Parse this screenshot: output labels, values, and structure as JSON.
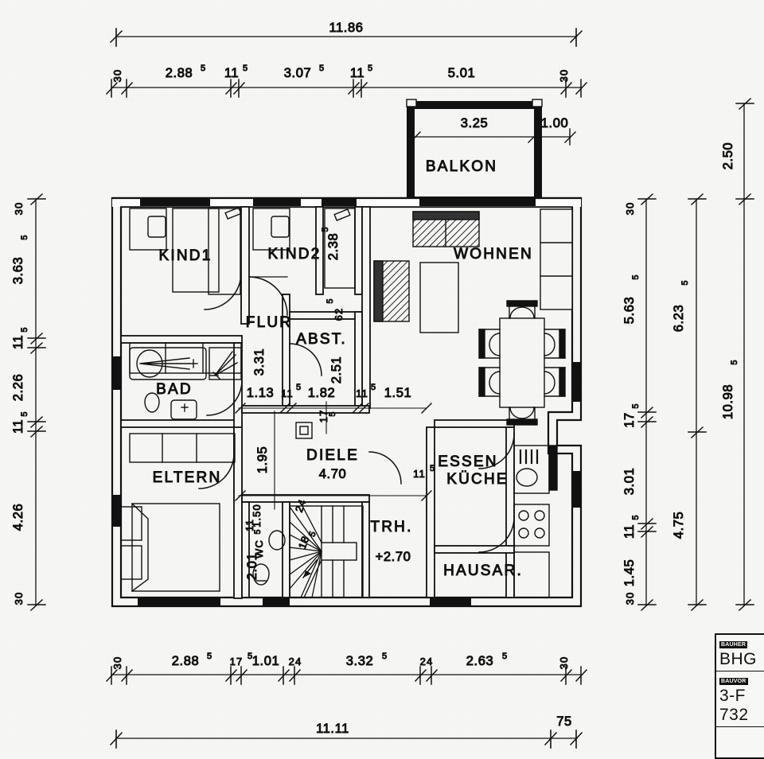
{
  "drawing": {
    "type": "architectural-floor-plan",
    "language": "de",
    "description": "Grundriss Obergeschoss / Wohnung mit Balkon",
    "background_color": "#f7f7f5",
    "line_color": "#111111"
  },
  "rooms": [
    {
      "key": "kind1",
      "label": "KIND1"
    },
    {
      "key": "kind2",
      "label": "KIND2"
    },
    {
      "key": "flur",
      "label": "FLUR"
    },
    {
      "key": "abst",
      "label": "ABST."
    },
    {
      "key": "bad",
      "label": "BAD"
    },
    {
      "key": "eltern",
      "label": "ELTERN"
    },
    {
      "key": "wc",
      "label": "WC"
    },
    {
      "key": "diele",
      "label": "DIELE"
    },
    {
      "key": "trh",
      "label": "TRH."
    },
    {
      "key": "kueche",
      "label": "KÜCHE"
    },
    {
      "key": "hausar",
      "label": "HAUSAR."
    },
    {
      "key": "wohnen",
      "label": "WOHNEN"
    },
    {
      "key": "essen",
      "label": "ESSEN"
    },
    {
      "key": "balkon",
      "label": "BALKON"
    }
  ],
  "room_values": {
    "diele_area": "4.70",
    "trh_level": "+2.70"
  },
  "balcony": {
    "width": "3.25",
    "depth": "1.00"
  },
  "dimensions": {
    "top_overall": "11.86",
    "top_chain": [
      {
        "value": "30",
        "sup": ""
      },
      {
        "value": "2.88",
        "sup": "5"
      },
      {
        "value": "11",
        "sup": "5"
      },
      {
        "value": "3.07",
        "sup": "5"
      },
      {
        "value": "11",
        "sup": "5"
      },
      {
        "value": "5.01",
        "sup": ""
      },
      {
        "value": "30",
        "sup": ""
      }
    ],
    "bottom_overall": "11.11",
    "bottom_extra": "75",
    "bottom_chain": [
      {
        "value": "30",
        "sup": ""
      },
      {
        "value": "2.88",
        "sup": "5"
      },
      {
        "value": "17",
        "sup": "5"
      },
      {
        "value": "1.01",
        "sup": ""
      },
      {
        "value": "24",
        "sup": ""
      },
      {
        "value": "3.32",
        "sup": "5"
      },
      {
        "value": "24",
        "sup": ""
      },
      {
        "value": "2.63",
        "sup": "5"
      },
      {
        "value": "30",
        "sup": ""
      }
    ],
    "left_chain": [
      {
        "value": "30",
        "sup": ""
      },
      {
        "value": "3.63",
        "sup": "5"
      },
      {
        "value": "11",
        "sup": "5"
      },
      {
        "value": "2.26",
        "sup": ""
      },
      {
        "value": "11",
        "sup": "5"
      },
      {
        "value": "4.26",
        "sup": ""
      },
      {
        "value": "30",
        "sup": ""
      }
    ],
    "right_chain": [
      {
        "value": "30",
        "sup": ""
      },
      {
        "value": "5.63",
        "sup": "5"
      },
      {
        "value": "17",
        "sup": "5"
      },
      {
        "value": "3.01",
        "sup": ""
      },
      {
        "value": "11",
        "sup": "5"
      },
      {
        "value": "1.45",
        "sup": ""
      },
      {
        "value": "30",
        "sup": ""
      }
    ],
    "right_outer_mid": [
      {
        "value": "6.23",
        "sup": "5"
      },
      {
        "value": "4.75",
        "sup": ""
      }
    ],
    "right_outer_far": [
      {
        "value": "2.50",
        "sup": ""
      },
      {
        "value": "10.98",
        "sup": "5"
      }
    ],
    "interior": {
      "kind2_closet_depth": "2.38",
      "kind2_closet_depth_sup": "5",
      "abst_side": "62",
      "abst_side_sup": "5",
      "flur_length": "3.31",
      "abst_depth": "2.51",
      "inner_chain": [
        {
          "value": "1.13",
          "sup": ""
        },
        {
          "value": "11",
          "sup": "5"
        },
        {
          "value": "1.82",
          "sup": ""
        },
        {
          "value": "11",
          "sup": "5"
        },
        {
          "value": "1.51",
          "sup": ""
        }
      ],
      "diele_width": "1.95",
      "wc_width": "1.50",
      "wc_gap": "11",
      "wc_gap_sup": "5",
      "wc_depth": "2.01",
      "kueche_gap": "11",
      "kueche_gap_sup": "5",
      "wall_17": "17",
      "wall_17_sup": "5",
      "stair_tread": "24",
      "stair_riser": "18",
      "stair_riser_sup": "5"
    }
  },
  "title_block": {
    "bauherr_caption": "BAUHER",
    "bauherr_value": "BHG",
    "bauvorhaben_caption": "BAUVOR",
    "bauvorhaben_value": "3-F",
    "number": "732"
  }
}
